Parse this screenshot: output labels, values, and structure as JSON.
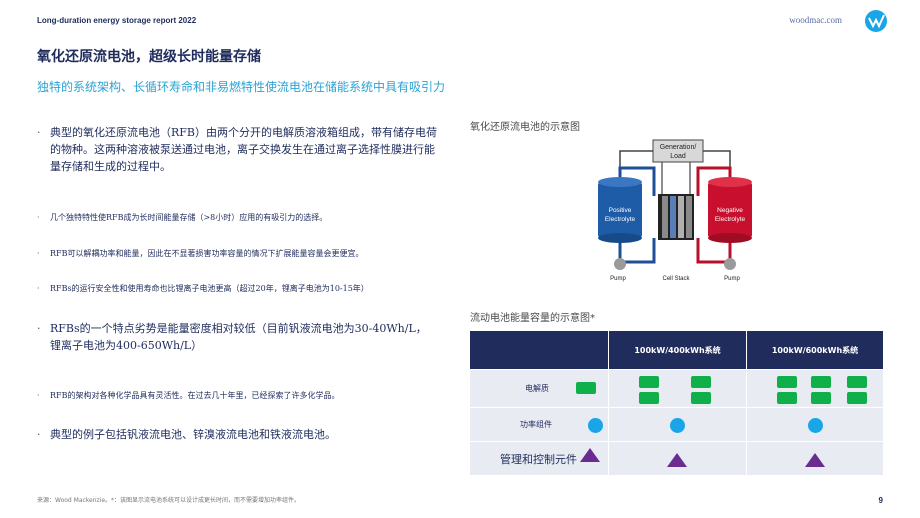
{
  "header": {
    "report_title": "Long-duration energy storage report 2022",
    "site": "woodmac.com",
    "logo": "woodmac-logo-icon"
  },
  "title": "氧化还原流电池，超级长时能量存储",
  "subtitle": "独特的系统架构、长循环寿命和非易燃特性使流电池在储能系统中具有吸引力",
  "bullets": [
    "典型的氧化还原流电池（RFB）由两个分开的电解质溶液箱组成，带有储存电荷的物种。这两种溶液被泵送通过电池，离子交换发生在通过离子选择性膜进行能量存储和生成的过程中。",
    "几个独特特性使RFB成为长时间能量存储（>8小时）应用的有吸引力的选择。",
    "RFB可以解耦功率和能量，因此在不显著损害功率容量的情况下扩展能量容量会更便宜。",
    "RFBs的运行安全性和使用寿命也比锂离子电池更高（超过20年，锂离子电池为10-15年）",
    "RFBs的一个特点劣势是能量密度相对较低（目前钒液流电池为30-40Wh/L，锂离子电池为400-650Wh/L）",
    "RFB的架构对各种化学品具有灵活性。在过去几十年里，已经探索了许多化学品。",
    "典型的例子包括钒液流电池、锌溴液流电池和铁液流电池。"
  ],
  "diagram": {
    "title": "氧化还原流电池的示意图",
    "load_label_1": "Generation/",
    "load_label_2": "Load",
    "positive_1": "Positive",
    "positive_2": "Electrolyte",
    "negative_1": "Negative",
    "negative_2": "Electrolyte",
    "pump_left": "Pump",
    "pump_right": "Pump",
    "cell_stack": "Cell Stack",
    "colors": {
      "positive": "#1e5ca8",
      "negative": "#c8102e",
      "pipe_blue": "#1e4f96",
      "pipe_red": "#b8102a"
    }
  },
  "table": {
    "title": "流动电池能量容量的示意图*",
    "headers": [
      "",
      "100kW/400kWh系统",
      "100kW/600kWh系统"
    ],
    "rows": [
      {
        "label": "电解质",
        "legend_units": 1,
        "sys1_units": 4,
        "sys2_units": 6
      },
      {
        "label": "功率组件",
        "legend_units": 1,
        "sys1_units": 1,
        "sys2_units": 1
      },
      {
        "label": "管理和控制元件",
        "legend_units": 1,
        "sys1_units": 1,
        "sys2_units": 1
      }
    ],
    "colors": {
      "header_bg": "#1f2c5c",
      "electrolyte": "#0fb04a",
      "power": "#1aa5e8",
      "control": "#6b2c91"
    }
  },
  "footer": {
    "source": "来源：Wood Mackenzie。*：该图显示流电池系统可以设计成更长时间，而不需要增加功率组件。",
    "page_number": "9"
  }
}
